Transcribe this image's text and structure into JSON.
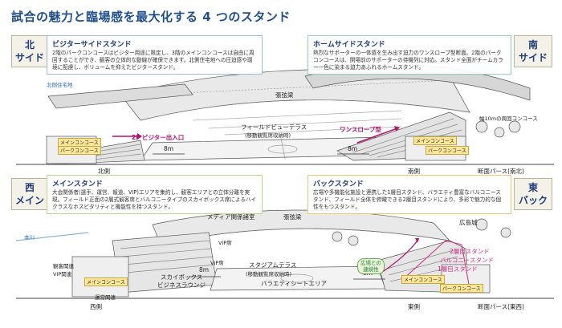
{
  "title": "試合の魅力と臨場感を最大化する 4 つのスタンド",
  "north": {
    "label_line1": "北",
    "label_line2": "サイド",
    "stand_title": "ビジターサイドスタンド",
    "description": "2階のパークコンコースはビジター用途に限定し、3階のメインコンコースは自由に周回することができ、観客の立体的な動線が確保できます。北側住宅地への圧迫感や環境に配慮し、ボリュームを抑えたビジタースタンド。"
  },
  "south": {
    "label_line1": "南",
    "label_line2": "サイド",
    "stand_title": "ホームサイドスタンド",
    "description": "熱烈なサポーターの一体感を生み出す迫力のワンスロープ型断面。2階のパークコンコースは、開場前のサポーターの待機列に対応。スタンド全面がチームカラー一色に染まる迫力あふれるホームスタンド。"
  },
  "west": {
    "label_line1": "西",
    "label_line2": "メイン",
    "stand_title": "メインスタンド",
    "description": "大会関係者(選手、運営、報道、VIP)エリアを集約し、観客エリアとの立体分離を実現。フィールド正面の2層式観客席とバルコニータイプのスカイボックス席によるハイクラスなホスピタリティと機能性を持つスタンド。"
  },
  "east": {
    "label_line1": "東",
    "label_line2": "バック",
    "stand_title": "バックスタンド",
    "description": "広場や多機能化施設と連携した1層目スタンド、バラエティ豊富なバルコニースタンド、フィールド全体を俯瞰できる2層目スタンドにより、多彩で魅力的な個性をもつスタンド。"
  },
  "top_diagram": {
    "north_residential": "北側住宅地",
    "tension_beam": "張弦梁",
    "field_view_terrace": "フィールドビューテラス",
    "field_view_terrace_sub": "(移動観覧席収納時)",
    "visitor_entrance": "2F ビジター出入口",
    "one_slope": "ワンスロープ型",
    "concourse_10m": "幅10mの周回コンコース",
    "dim_8m_left": "8m",
    "dim_8m_right": "8m",
    "main_concourse_left": "メインコンコース",
    "park_concourse_left": "パークコンコース",
    "main_concourse_right": "メインコンコース",
    "park_concourse_right": "パークコンコース",
    "north_side": "北側",
    "south_side": "南側",
    "section_ns": "断面パース(南北)"
  },
  "bottom_diagram": {
    "media_room": "メディア関係諸室",
    "tension_beam": "張弦梁",
    "hiroshima_castle": "広島城",
    "hongawa": "本川",
    "spectator_vip": "観客関連",
    "spectator_vip2": "VIP関連",
    "main_concourse": "メインコンコース",
    "operations": "運営関連",
    "vip_seat1": "VIP席",
    "vip_seat2": "VIP席",
    "sky_box": "スカイボックス",
    "business_lounge": "ビジネスラウンジ",
    "dim_8m_left": "8m",
    "dim_8m_right": "8m",
    "stadium_terrace": "スタジアムテラス",
    "stadium_terrace_sub": "(移動観覧席収納時)",
    "variety_seat": "バラエティシートエリア",
    "plaza_link": "広場との",
    "plaza_link2": "連続性",
    "stand_2nd": "2層目スタンド",
    "balcony_stand": "バルコニースタンド",
    "stand_1st": "1層目スタンド",
    "main_concourse_right": "メインコンコース",
    "park_concourse_right": "パークコンコース",
    "west_side": "西側",
    "east_side": "東側",
    "section_ew": "断面パース(東西)"
  },
  "colors": {
    "title": "#1f4f8c",
    "accent_magenta": "#b4126e",
    "concourse_tag": "#ffe79a",
    "sky": "#ffffff"
  }
}
